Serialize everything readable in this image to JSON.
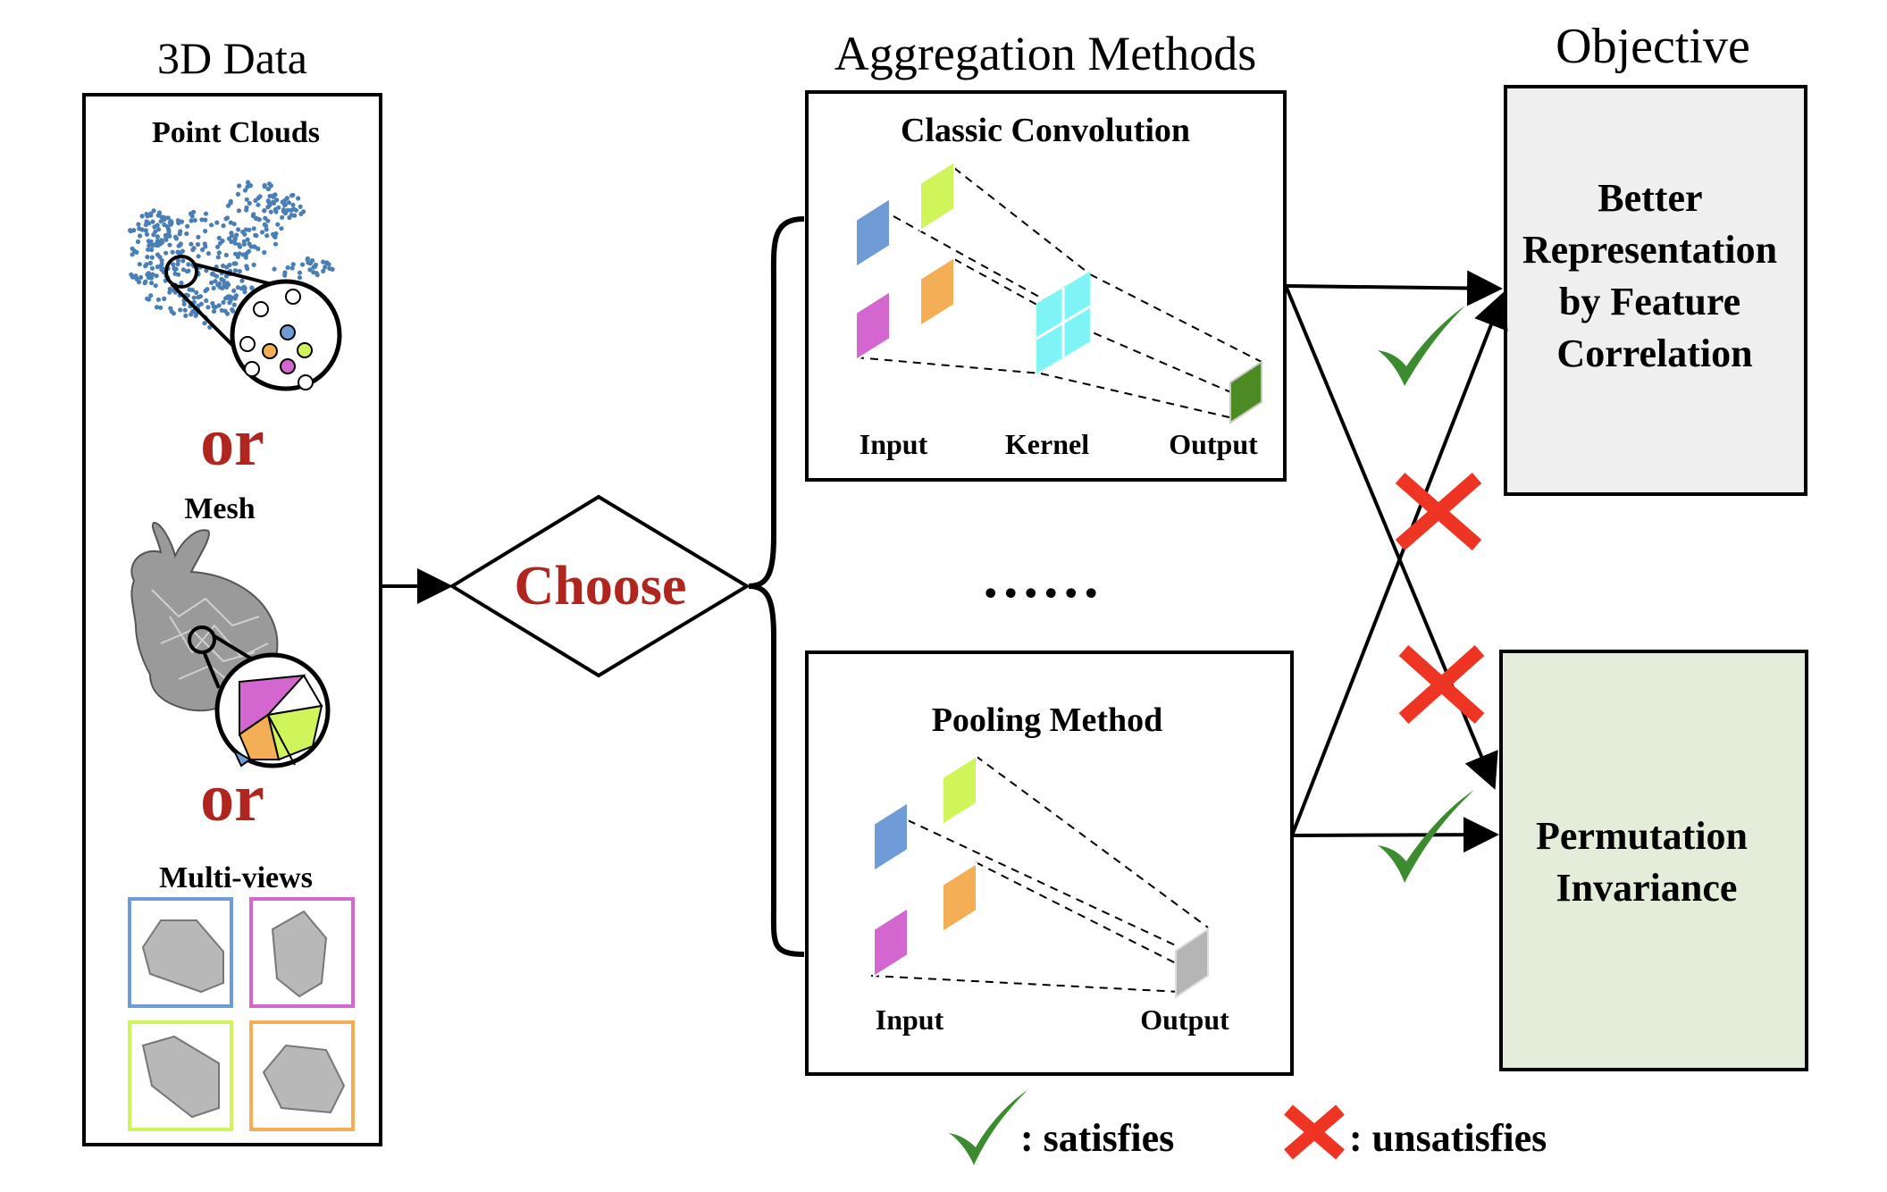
{
  "sections": {
    "data_title": "3D Data",
    "methods_title": "Aggregation Methods",
    "objective_title": "Objective"
  },
  "data_panel": {
    "point_clouds_label": "Point Clouds",
    "or_1": "or",
    "mesh_label": "Mesh",
    "or_2": "or",
    "multiviews_label": "Multi-views"
  },
  "choose_label": "Choose",
  "ellipsis": "......",
  "classic": {
    "title": "Classic Convolution",
    "input_label": "Input",
    "kernel_label": "Kernel",
    "output_label": "Output"
  },
  "pooling": {
    "title": "Pooling Method",
    "input_label": "Input",
    "output_label": "Output"
  },
  "objectives": {
    "better_lines": [
      "Better",
      "Representation",
      "by Feature",
      "Correlation"
    ],
    "perm_lines": [
      "Permutation",
      "Invariance"
    ]
  },
  "legend": {
    "satisfies": ": satisfies",
    "unsatisfies": ": unsatisfies"
  },
  "colors": {
    "accent_red": "#B0261E",
    "check_green": "#3C8B2E",
    "cross_red": "#EE3524",
    "blue": "#6F9BD6",
    "magenta": "#D466D0",
    "orange": "#F4AE55",
    "lime": "#CFF55A",
    "cyan": "#7FF4F7",
    "dark_green": "#4C8A24",
    "gray_out": "#B5B5B5",
    "better_fill": "#EFEFEF",
    "perm_fill": "#E4EDDA"
  },
  "icons": {
    "bunny": "bunny-mesh-icon",
    "car": "car-icon"
  }
}
